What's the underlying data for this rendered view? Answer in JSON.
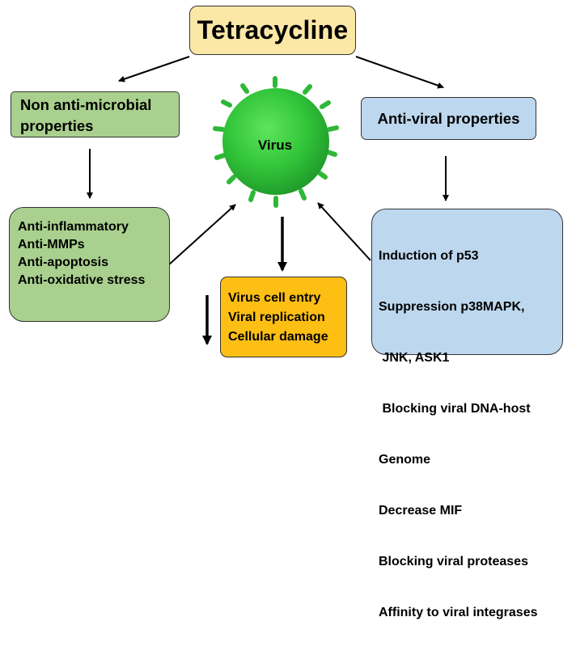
{
  "title": "Tetracycline",
  "left_category": [
    "Non anti-microbial",
    "properties"
  ],
  "right_category": "Anti-viral properties",
  "center_label": "Virus",
  "left_effects": [
    "Anti-inflammatory",
    "Anti-MMPs",
    "Anti-apoptosis",
    "Anti-oxidative stress"
  ],
  "virus_effects": [
    "Virus cell entry",
    "Viral replication",
    "Cellular damage"
  ],
  "antiviral_mechanisms": [
    "Induction of p53",
    "Suppression p38MAPK,",
    " JNK, ASK1",
    " Blocking viral DNA-host",
    "Genome",
    "Decrease MIF",
    "Blocking viral proteases",
    "Affinity to viral integrases"
  ],
  "colors": {
    "title_fill": "#fbe7a6",
    "green_fill": "#a9d08e",
    "blue_fill": "#bdd7ee",
    "orange_fill": "#fdbf14",
    "virus_green": "#33c63a"
  },
  "icons": {
    "center": "virus-icon"
  }
}
